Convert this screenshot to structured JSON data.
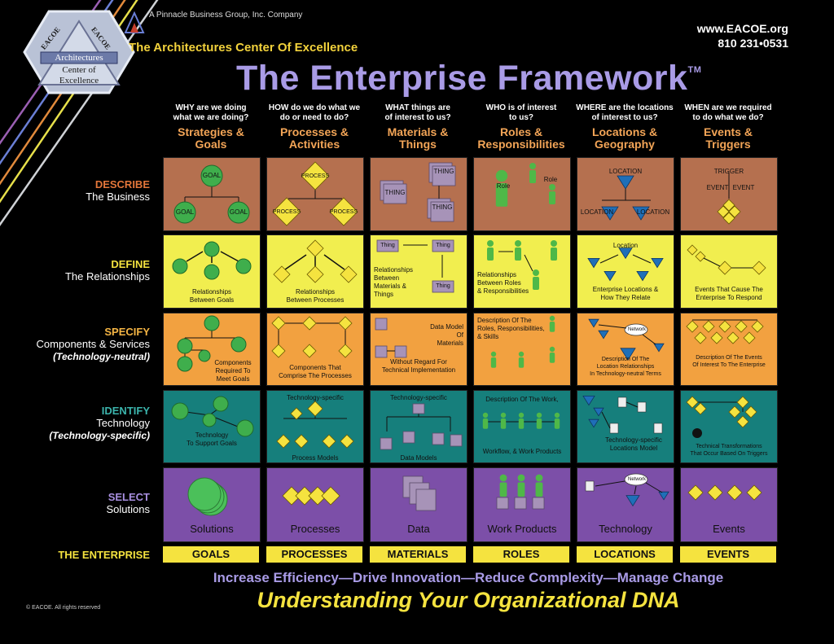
{
  "header": {
    "company": "A Pinnacle Business Group, Inc. Company",
    "org_name": "The Architectures Center Of Excellence",
    "website": "www.EACOE.org",
    "phone": "810  231•0531",
    "title": "The Enterprise Framework",
    "trademark": "TM"
  },
  "logo": {
    "left": "EACOE",
    "right": "EACOE",
    "line1": "Architectures",
    "line2": "Center of",
    "line3": "Excellence"
  },
  "columns": [
    {
      "q_key": "WHY",
      "q_rest": "are we doing",
      "q_line2": "what we are doing?",
      "name1": "Strategies &",
      "name2": "Goals"
    },
    {
      "q_key": "HOW",
      "q_rest": "do we do what we",
      "q_line2": "do or need to do?",
      "name1": "Processes &",
      "name2": "Activities"
    },
    {
      "q_key": "WHAT",
      "q_rest": "things are",
      "q_line2": "of interest to us?",
      "name1": "Materials &",
      "name2": "Things"
    },
    {
      "q_key": "WHO",
      "q_rest": "is of interest",
      "q_line2": "to us?",
      "name1": "Roles &",
      "name2": "Responsibilities"
    },
    {
      "q_key": "WHERE",
      "q_rest": "are the locations",
      "q_line2": "of interest to us?",
      "name1": "Locations &",
      "name2": "Geography"
    },
    {
      "q_key": "WHEN",
      "q_rest": "are we required",
      "q_line2": "to do what we do?",
      "name1": "Events &",
      "name2": "Triggers"
    }
  ],
  "rows": [
    {
      "key": "DESCRIBE",
      "sub": "The Business",
      "sub2": "",
      "color": "#b5704f",
      "key_color": "#e3763a"
    },
    {
      "key": "DEFINE",
      "sub": "The Relationships",
      "sub2": "",
      "color": "#f1ee4f",
      "key_color": "#f5e33f"
    },
    {
      "key": "SPECIFY",
      "sub": "Components & Services",
      "sub2": "(Technology-neutral)",
      "color": "#f2a140",
      "key_color": "#f5b544"
    },
    {
      "key": "IDENTIFY",
      "sub": "Technology",
      "sub2": "(Technology-specific)",
      "color": "#167f7c",
      "key_color": "#3bb4ac"
    },
    {
      "key": "SELECT",
      "sub": "Solutions",
      "sub2": "",
      "color": "#7c4fa8",
      "key_color": "#a88fe0"
    }
  ],
  "describe": {
    "goal_top": "GOAL",
    "goal_left": "GOAL",
    "goal_right": "GOAL",
    "process_top": "PROCESS",
    "process_left": "PROCESS",
    "process_right": "PROCESS",
    "thing_a": "THING",
    "thing_b": "THING",
    "thing_c": "THING",
    "role_a": "Role",
    "role_b": "Role",
    "loc_top": "LOCATION",
    "loc_left": "LOCATION",
    "loc_right": "LOCATION",
    "trigger": "TRIGGER",
    "event_a": "EVENT",
    "event_b": "EVENT"
  },
  "define": {
    "goals": "Relationships\nBetween Goals",
    "processes": "Relationships\nBetween Processes",
    "thing_a": "Thing",
    "thing_b": "Thing",
    "thing_c": "Thing",
    "materials": "Relationships\nBetween\nMaterials &\nThings",
    "roles": "Relationships\nBetween Roles\n& Responsibilities",
    "location": "Location",
    "locations": "Enterprise Locations &\nHow They Relate",
    "events": "Events That Cause The\nEnterprise To Respond"
  },
  "specify": {
    "goals": "Components\nRequired To\nMeet Goals",
    "processes": "Components That\nComprise The Processes",
    "materials_a": "Data Model\nOf\nMaterials",
    "materials_b": "Without Regard For\nTechnical Implementation",
    "roles": "Description Of The\nRoles, Responsibilities,\n& Skills",
    "network": "Network",
    "locations": "Description      Of The\nLocation Relationships\nIn Technology-neutral Terms",
    "events": "Description Of The Events\nOf Interest To The Enterprise"
  },
  "identify": {
    "goals": "Technology\nTo Support Goals",
    "processes_top": "Technology-specific",
    "processes_bottom": "Process Models",
    "materials_top": "Technology-specific",
    "materials_bottom": "Data Models",
    "roles_top": "Description Of The Work,",
    "roles_bottom": "Workflow, & Work Products",
    "locations": "Technology-specific\nLocations Model",
    "events": "Technical Transformations\nThat Occur Based On Triggers"
  },
  "select": {
    "labels": [
      "Solutions",
      "Processes",
      "Data",
      "Work Products",
      "Technology",
      "Events"
    ],
    "network": "Network"
  },
  "enterprise": {
    "label": "THE ENTERPRISE",
    "bars": [
      "GOALS",
      "PROCESSES",
      "MATERIALS",
      "ROLES",
      "LOCATIONS",
      "EVENTS"
    ]
  },
  "footer": {
    "slogan": "Increase Efficiency—Drive Innovation—Reduce Complexity—Manage Change",
    "tagline": "Understanding Your Organizational DNA",
    "copyright": "© EACOE. All rights reserved"
  },
  "colors": {
    "green": "#3fae4c",
    "yellow_diamond": "#f5e33f",
    "blue_tri": "#1f6fb8",
    "thing": "#a793b8"
  }
}
